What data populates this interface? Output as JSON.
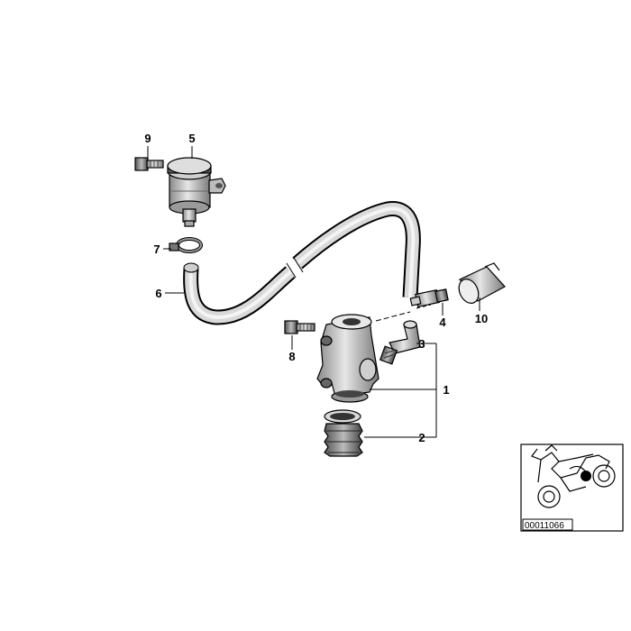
{
  "callouts": {
    "c1": "1",
    "c2": "2",
    "c3": "3",
    "c4": "4",
    "c5": "5",
    "c6": "6",
    "c7": "7",
    "c8": "8",
    "c9": "9",
    "c10": "10"
  },
  "inset": {
    "code": "00011066"
  }
}
